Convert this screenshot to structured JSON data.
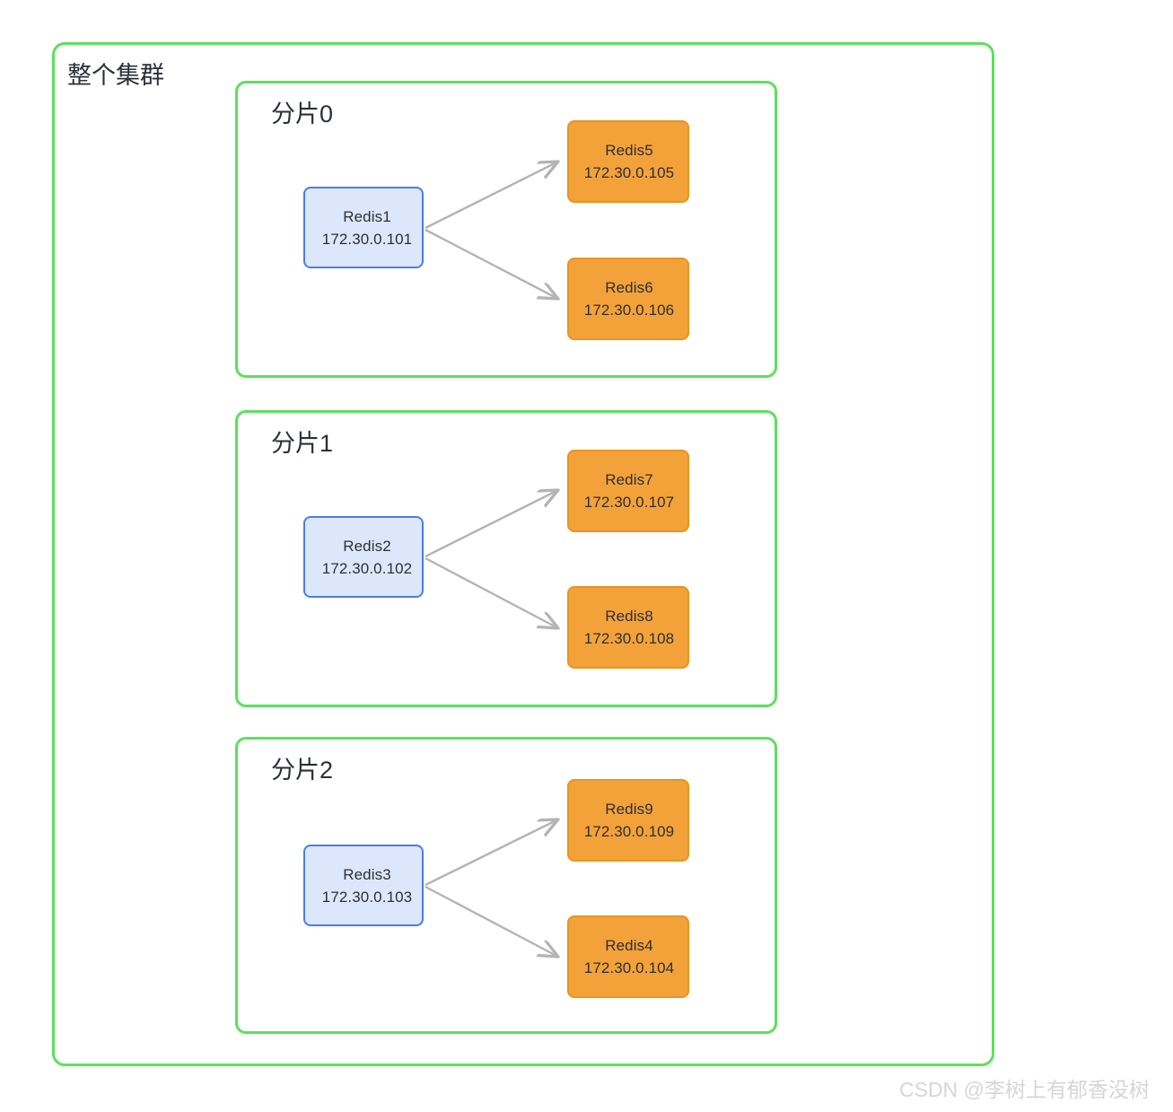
{
  "diagram": {
    "cluster_label": "整个集群",
    "watermark": "CSDN @李树上有郁香没树",
    "colors": {
      "frame_green": "#5ce15c",
      "master_fill": "#dde7fb",
      "master_border": "#4a7ced",
      "replica_fill": "#f3a23a",
      "replica_border": "#e8951f",
      "arrow_gray": "#b4b4b4",
      "text": "#2b2f38",
      "watermark": "#d6d6d6"
    },
    "shards": [
      {
        "label": "分片0",
        "master": {
          "name": "Redis1",
          "ip": "172.30.0.101"
        },
        "replicas": [
          {
            "name": "Redis5",
            "ip": "172.30.0.105"
          },
          {
            "name": "Redis6",
            "ip": "172.30.0.106"
          }
        ]
      },
      {
        "label": "分片1",
        "master": {
          "name": "Redis2",
          "ip": "172.30.0.102"
        },
        "replicas": [
          {
            "name": "Redis7",
            "ip": "172.30.0.107"
          },
          {
            "name": "Redis8",
            "ip": "172.30.0.108"
          }
        ]
      },
      {
        "label": "分片2",
        "master": {
          "name": "Redis3",
          "ip": "172.30.0.103"
        },
        "replicas": [
          {
            "name": "Redis9",
            "ip": "172.30.0.109"
          },
          {
            "name": "Redis4",
            "ip": "172.30.0.104"
          }
        ]
      }
    ]
  }
}
